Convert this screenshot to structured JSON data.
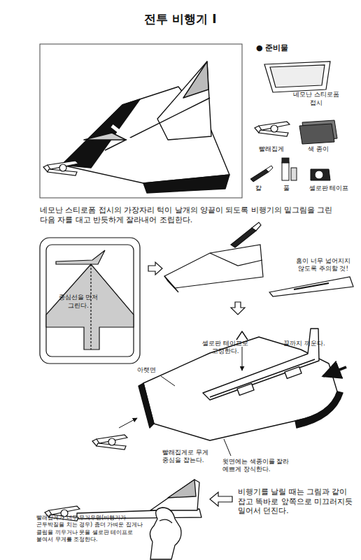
{
  "diagram": {
    "title": "전투 비행기 Ⅰ",
    "labels": [
      "● 준비물",
      "네모난 스티로폼 접시",
      "빨래집게",
      "색 종이",
      "칼",
      "풀",
      "셀로판 테이프",
      "네모난 스티로폼 접시의 가장자리 턱이 날개의 양끝이 되도록 비행기의 밑그림을 그린 다음 자를 대고 반듯하게 잘라내어 조립한다.",
      "중심선을 먼저 그린다.",
      "홈이 너무 넓어지지 않도록 주의할 것!",
      "아랫면",
      "셀로판 테이프로 고정한다.",
      "끝까지 끼운다.",
      "빨래집게로 무게 중심을 잡는다.",
      "윗면에는 색종이를 잘라 예쁘게 장식한다.",
      "빨래집게가 너무 무거우면(비행기가 곤두박질을 치는 경우) 좀더 가벼운 집게나 클립을 끼우거나 못을 셀로판 테이프로 붙여서 무게를 조정한다.",
      "비행기를 날릴 때는 그림과 같이 잡고 똑바로 앞쪽으로 미끄러지듯 밀어서 던진다."
    ]
  }
}
